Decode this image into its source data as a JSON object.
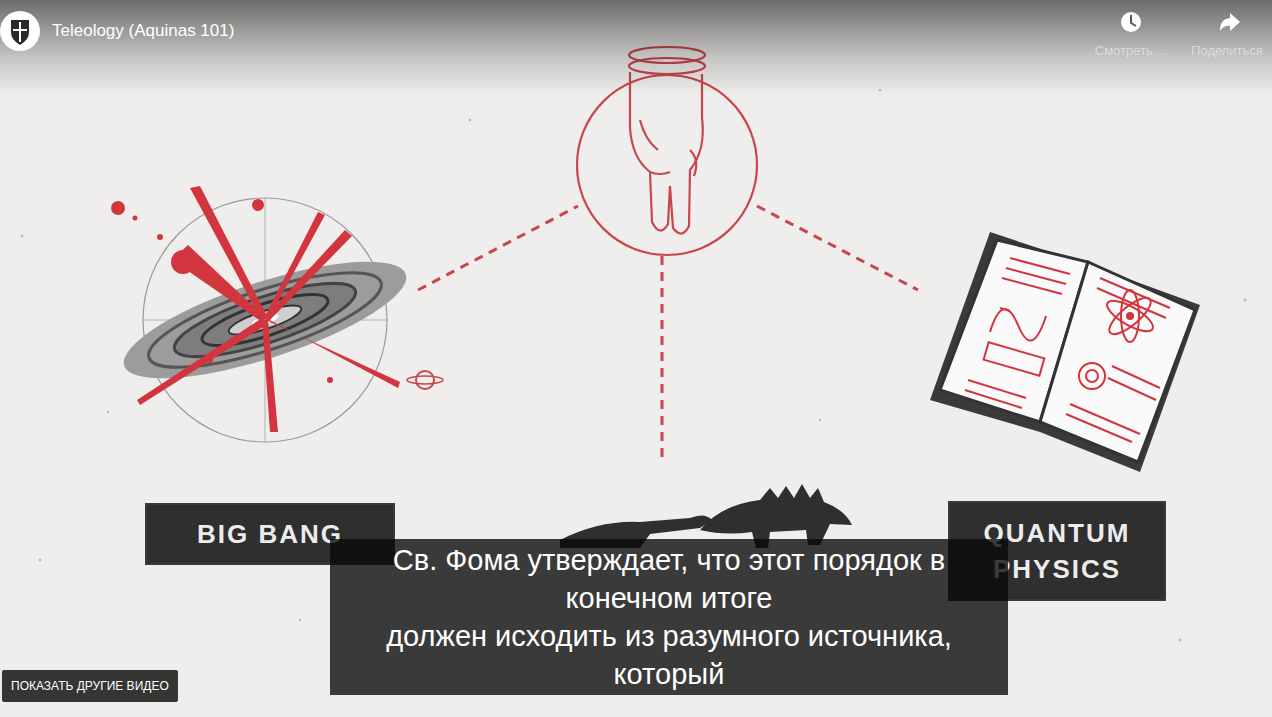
{
  "diagram": {
    "title": "Teleology (Aquinas 101)",
    "nodes": [
      {
        "text": [
          "BIG BANG"
        ]
      },
      {
        "text": [
          "QUANTUM PHYSICS"
        ]
      }
    ],
    "labels": [
      "Смотреть ...",
      "Поделиться",
      "Св. Фома утверждает, что этот порядок в конечном итоге",
      "должен исходить из разумного источника, который",
      "ПОКАЗАТЬ ДРУГИЕ ВИДЕО"
    ]
  }
}
